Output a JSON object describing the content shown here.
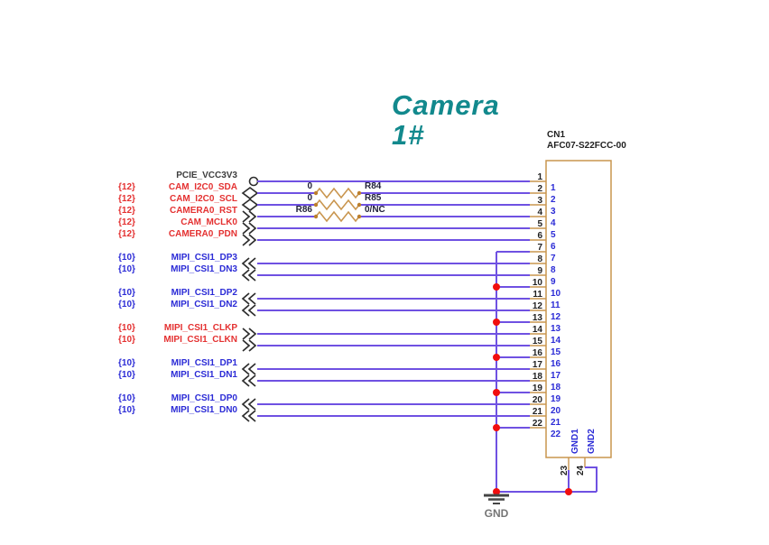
{
  "title": {
    "line1": "Camera",
    "line2": "1#"
  },
  "connector": {
    "ref": "CN1",
    "part_number": "AFC07-S22FCC-00",
    "pin_count": 22,
    "bottom_pins": [
      {
        "pin": "23",
        "name": "GND1"
      },
      {
        "pin": "24",
        "name": "GND2"
      }
    ]
  },
  "ground": {
    "label": "GND"
  },
  "ground_bus_pins": [
    7,
    10,
    13,
    16,
    19,
    22
  ],
  "signals": [
    {
      "prefix": "",
      "name": "PCIE_VCC3V3",
      "color_key": "dark",
      "port": "circle",
      "pin": 1
    },
    {
      "prefix": "{12}",
      "name": "CAM_I2C0_SDA",
      "color_key": "red",
      "port": "bidir",
      "pin": 2,
      "resistor": {
        "left_label": "0",
        "right_label": "R84"
      }
    },
    {
      "prefix": "{12}",
      "name": "CAM_I2C0_SCL",
      "color_key": "red",
      "port": "bidir",
      "pin": 3,
      "resistor": {
        "left_label": "0",
        "right_label": "R85"
      }
    },
    {
      "prefix": "{12}",
      "name": "CAMERA0_RST",
      "color_key": "red",
      "port": "right",
      "pin": 4,
      "resistor": {
        "left_label": "R86",
        "right_label": "0/NC"
      }
    },
    {
      "prefix": "{12}",
      "name": "CAM_MCLK0",
      "color_key": "red",
      "port": "right",
      "pin": 5
    },
    {
      "prefix": "{12}",
      "name": "CAMERA0_PDN",
      "color_key": "red",
      "port": "right",
      "pin": 6
    },
    {
      "prefix": "{10}",
      "name": "MIPI_CSI1_DP3",
      "color_key": "blue",
      "port": "left",
      "pin": 8
    },
    {
      "prefix": "{10}",
      "name": "MIPI_CSI1_DN3",
      "color_key": "blue",
      "port": "left",
      "pin": 9
    },
    {
      "prefix": "{10}",
      "name": "MIPI_CSI1_DP2",
      "color_key": "blue",
      "port": "left",
      "pin": 11
    },
    {
      "prefix": "{10}",
      "name": "MIPI_CSI1_DN2",
      "color_key": "blue",
      "port": "left",
      "pin": 12
    },
    {
      "prefix": "{10}",
      "name": "MIPI_CSI1_CLKP",
      "color_key": "red",
      "port": "right",
      "pin": 14
    },
    {
      "prefix": "{10}",
      "name": "MIPI_CSI1_CLKN",
      "color_key": "red",
      "port": "right",
      "pin": 15
    },
    {
      "prefix": "{10}",
      "name": "MIPI_CSI1_DP1",
      "color_key": "blue",
      "port": "left",
      "pin": 17
    },
    {
      "prefix": "{10}",
      "name": "MIPI_CSI1_DN1",
      "color_key": "blue",
      "port": "left",
      "pin": 18
    },
    {
      "prefix": "{10}",
      "name": "MIPI_CSI1_DP0",
      "color_key": "blue",
      "port": "left",
      "pin": 20
    },
    {
      "prefix": "{10}",
      "name": "MIPI_CSI1_DN0",
      "color_key": "blue",
      "port": "left",
      "pin": 21
    }
  ],
  "colors": {
    "wire": "#6F51E2",
    "connector": "#C9954E",
    "resistor_terminal": "#BC7F2D",
    "red_label": "#E43131",
    "blue_label": "#2B2BD6",
    "dark_label": "#3D3D3D",
    "pin_number": "#1F1F1F",
    "junction": "#F10E0E",
    "title": "#12898D",
    "resistor_text": "#20203A",
    "port_symbol": "#2E2E2E",
    "ground_symbol": "#454545",
    "ground_text": "#757575"
  }
}
